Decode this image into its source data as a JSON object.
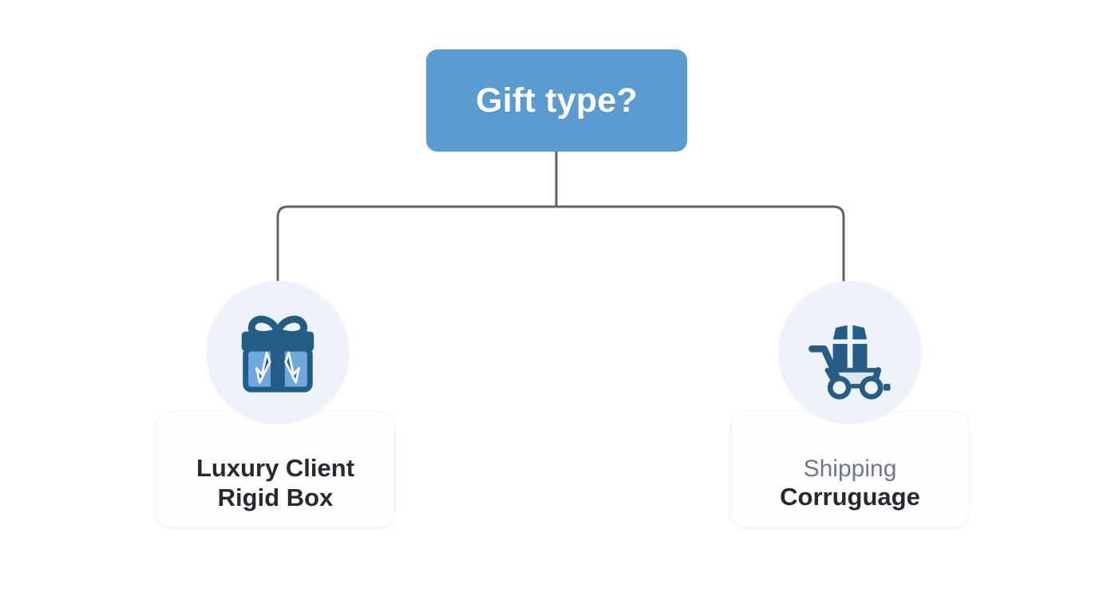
{
  "diagram": {
    "title": "Gift type?",
    "accent_color": "#5a9bd1",
    "connector_color": "#5f6368",
    "circle_color": "#edf3f9",
    "icon_dark": "#225d87",
    "icon_light": "#6ea8dd",
    "branches": [
      {
        "id": "luxury-client",
        "icon": "gift-box-icon",
        "line1": "Luxury Client",
        "line2": "Rigid Box",
        "line1_style": "strong",
        "line2_style": "strong"
      },
      {
        "id": "shipping",
        "icon": "shipping-cart-icon",
        "line1": "Shipping",
        "line2": "Corruguage",
        "line1_style": "muted",
        "line2_style": "strong"
      }
    ]
  }
}
